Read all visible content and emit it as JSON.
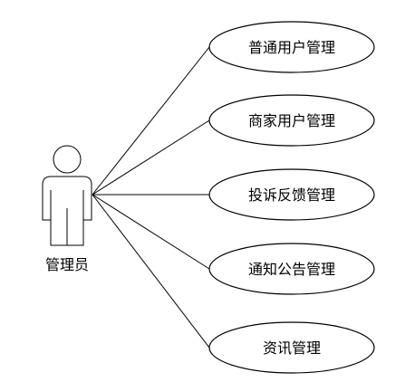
{
  "diagram": {
    "type": "use-case",
    "actor": {
      "label": "管理员",
      "icon": "stick-figure-icon"
    },
    "use_cases": [
      {
        "label": "普通用户管理"
      },
      {
        "label": "商家用户管理"
      },
      {
        "label": "投诉反馈管理"
      },
      {
        "label": "通知公告管理"
      },
      {
        "label": "资讯管理"
      }
    ],
    "colors": {
      "stroke": "#000000",
      "background": "#ffffff"
    }
  }
}
